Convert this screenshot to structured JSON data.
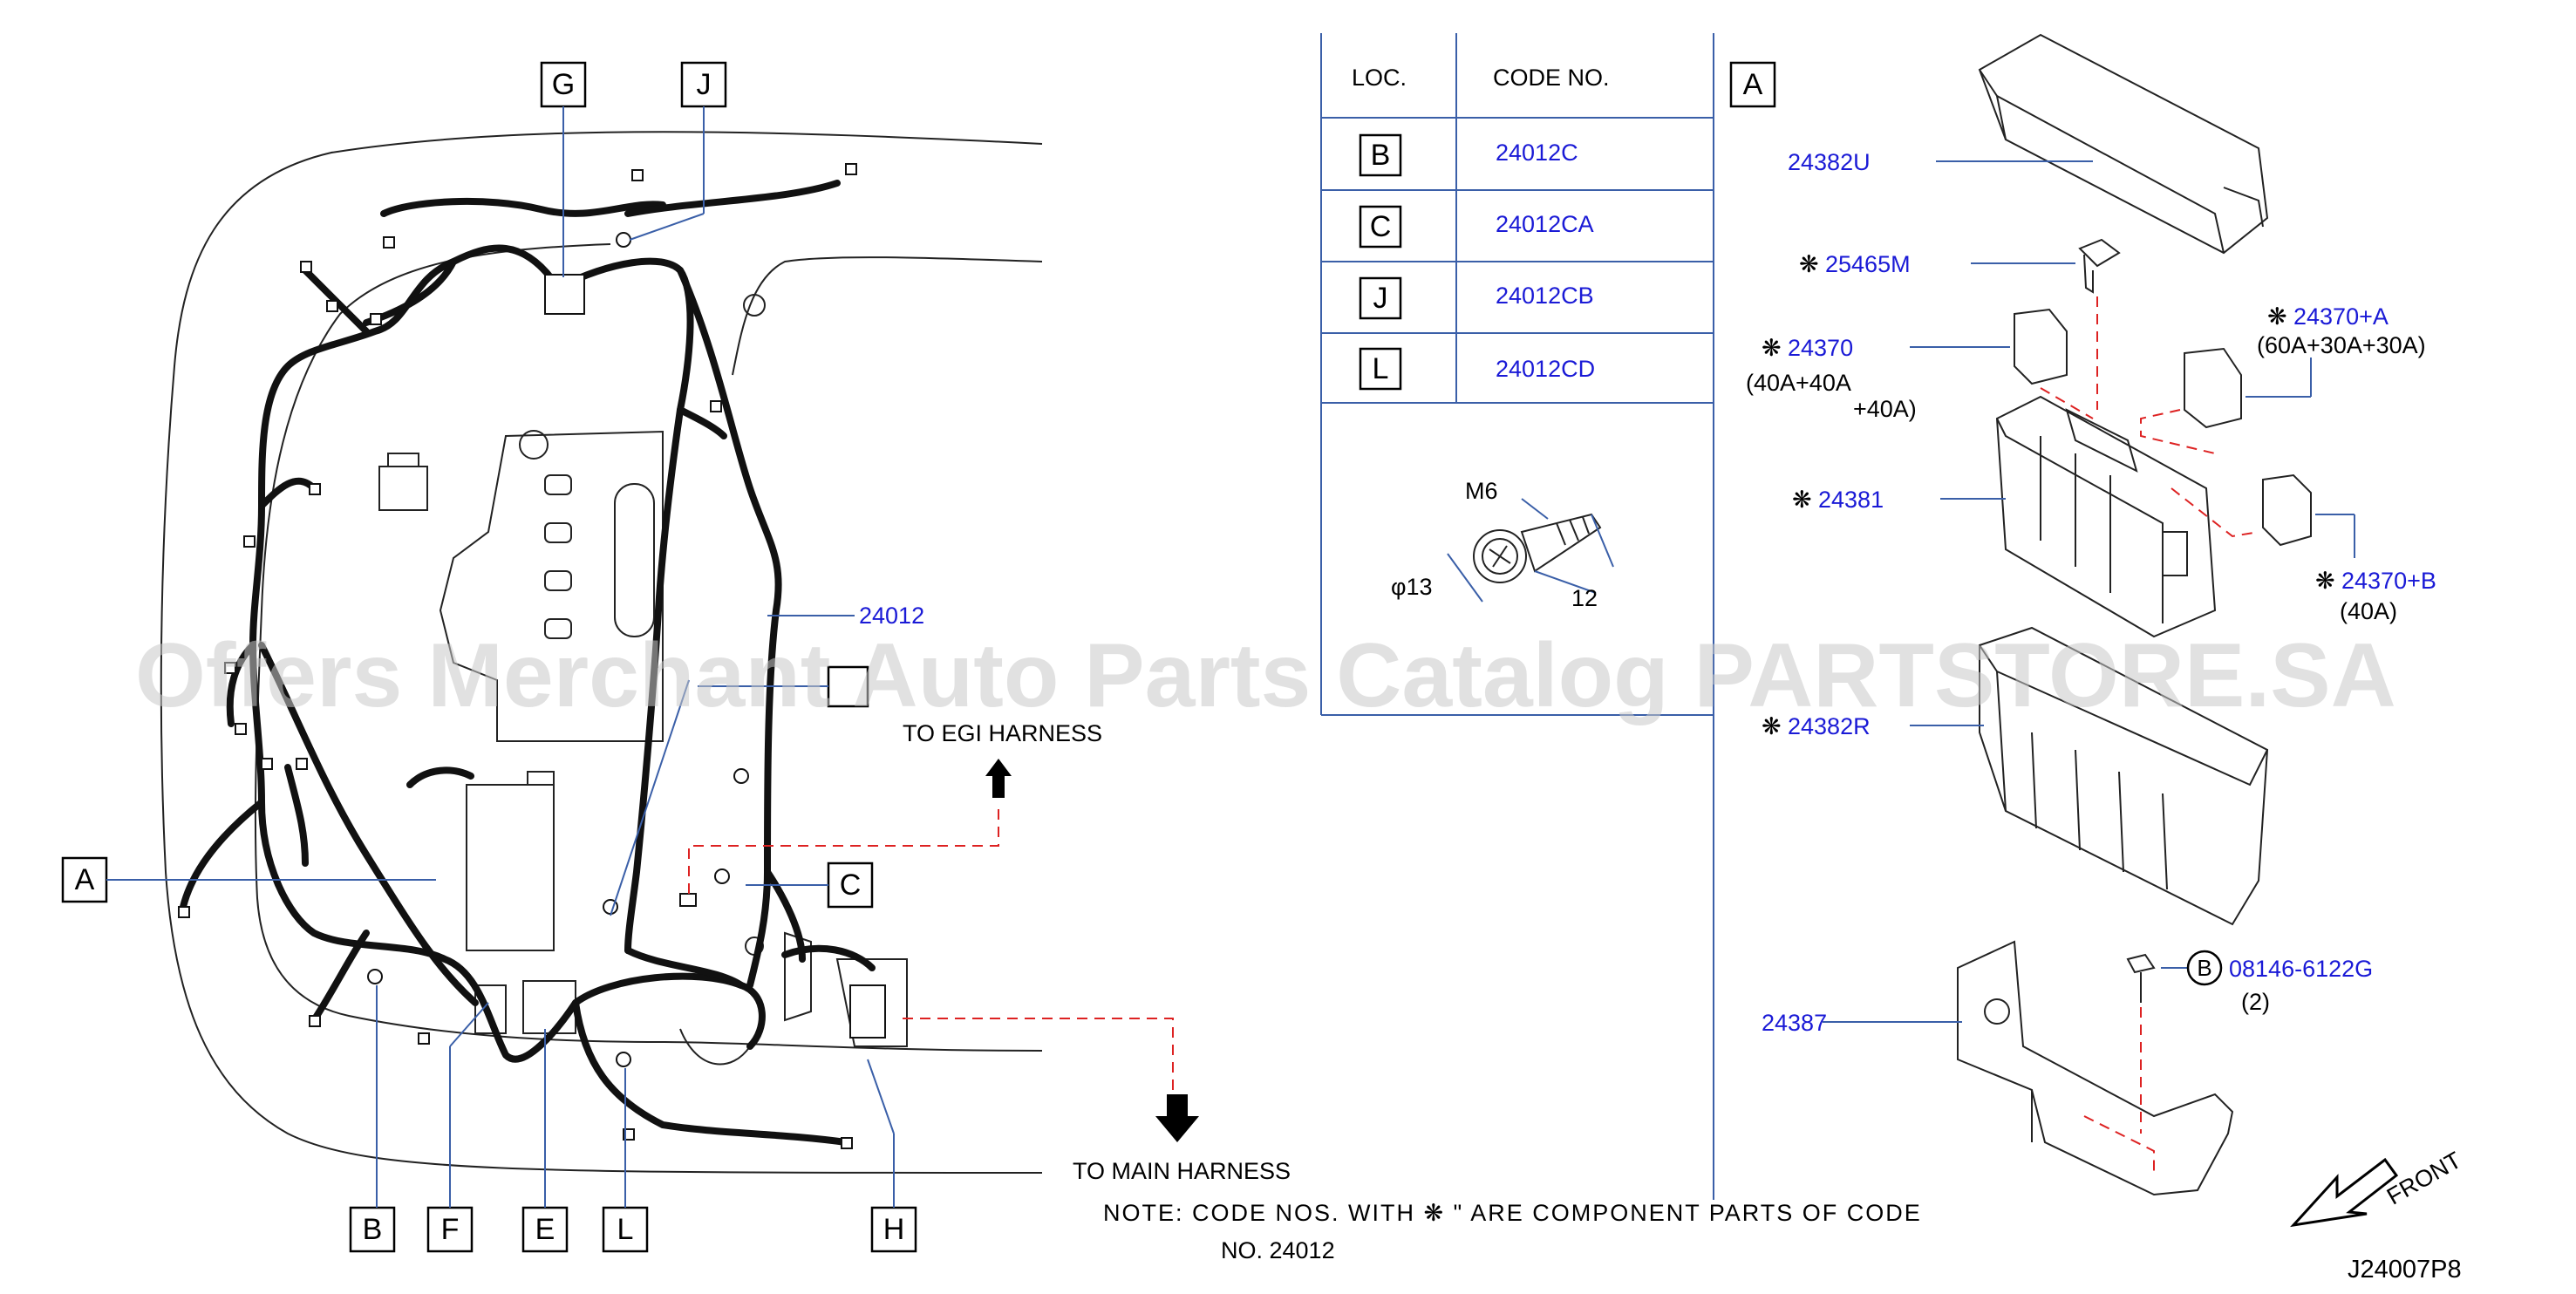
{
  "callouts": {
    "G": "G",
    "J": "J",
    "A": "A",
    "C": "C",
    "B": "B",
    "F": "F",
    "E": "E",
    "L": "L",
    "H": "H"
  },
  "left": {
    "harness_label": "24012",
    "to_egi": "TO  EGI  HARNESS",
    "to_main": "TO  MAIN  HARNESS"
  },
  "table": {
    "head_loc": "LOC.",
    "head_code": "CODE    NO.",
    "rows": [
      {
        "loc": "B",
        "code": "24012C"
      },
      {
        "loc": "C",
        "code": "24012CA"
      },
      {
        "loc": "J",
        "code": "24012CB"
      },
      {
        "loc": "L",
        "code": "24012CD"
      }
    ],
    "bolt_thread": "M6",
    "bolt_diameter": "φ13",
    "bolt_length": "12"
  },
  "right": {
    "section": "A",
    "p_24382U": "24382U",
    "p_25465M": "25465M",
    "p_24370": "24370",
    "p_24370_spec1": "(40A+40A",
    "p_24370_spec2": "+40A)",
    "p_24370A": "24370+A",
    "p_24370A_spec": "(60A+30A+30A)",
    "p_24381": "24381",
    "p_24370B": "24370+B",
    "p_24370B_spec": "(40A)",
    "p_24382R": "24382R",
    "p_24387": "24387",
    "p_bolt_mark": "B",
    "p_bolt": "08146-6122G",
    "p_bolt_qty": "(2)",
    "front": "FRONT"
  },
  "note": {
    "line1": "NOTE:  CODE  NOS.  WITH  ❋          \"  ARE  COMPONENT  PARTS  OF  CODE",
    "line2": "NO.  24012"
  },
  "diagram_id": "J24007P8",
  "watermark": "Offers Merchant Auto Parts Catalog PARTSTORE.SA",
  "colors": {
    "part_number": "#1a1ad6",
    "leader": "#3a5fa8",
    "phantom": "#d22222"
  }
}
